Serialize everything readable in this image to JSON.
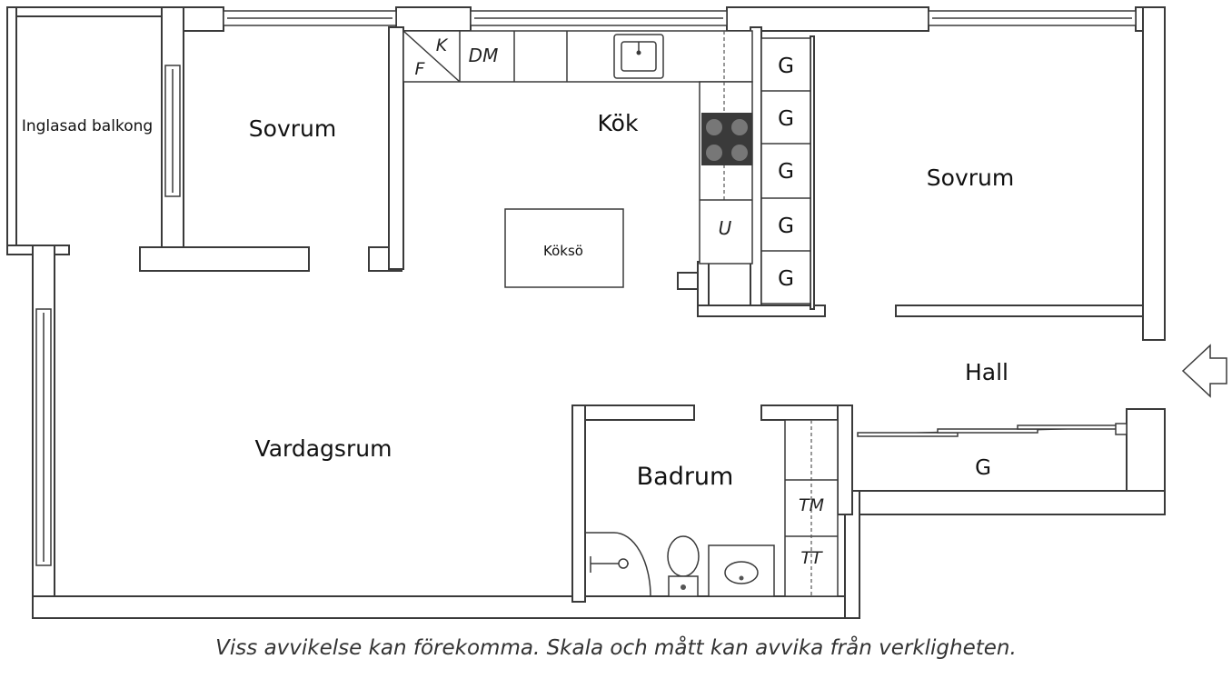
{
  "rooms": {
    "balcony": "Inglasad balkong",
    "bedroom_left": "Sovrum",
    "kitchen": "Kök",
    "kitchen_island": "Köksö",
    "bedroom_right": "Sovrum",
    "hall": "Hall",
    "living_room": "Vardagsrum",
    "bathroom": "Badrum"
  },
  "fixtures": {
    "fridge": "F",
    "freezer": "K",
    "dishwasher": "DM",
    "oven": "U",
    "wardrobe": "G",
    "washing_machine": "TM",
    "tumble_dryer": "TT"
  },
  "disclaimer": "Viss avvikelse kan förekomma. Skala och mått kan avvika från verkligheten."
}
